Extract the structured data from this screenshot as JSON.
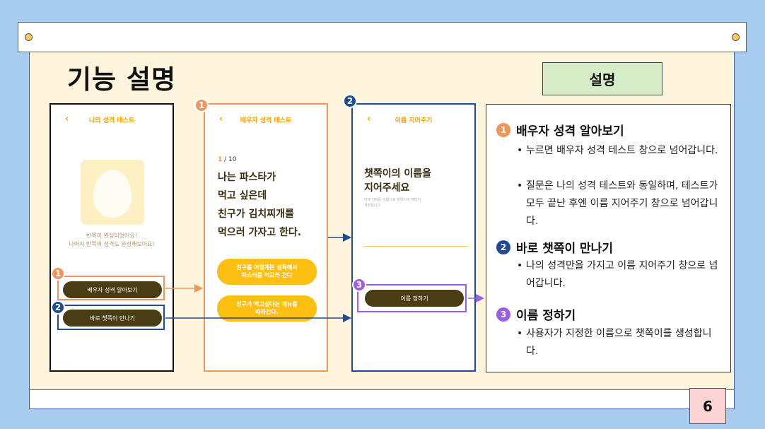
{
  "slide": {
    "title": "기능 설명",
    "desc_tag": "설명",
    "page_number": "6"
  },
  "phone1": {
    "back_icon": "‹",
    "title": "나의 성격 테스트",
    "status_line1": "반쪽이 완성되었어요!",
    "status_line2": "나머지 반쪽의 성격도 완성해보아요!",
    "btn_spouse": "배우자 성격 알아보기",
    "btn_meet": "바로 챗쪽이 만나기"
  },
  "phone2": {
    "back_icon": "‹",
    "title": "배우자 성격 테스트",
    "counter_current": "1",
    "counter_total": " / 10",
    "question": "나는 파스타가\n먹고 싶은데\n친구가 김치찌개를\n먹으러 가자고 한다.",
    "answer1": "친구를 어떻게든 설득해서\n파스타를 먹으러 간다",
    "answer2": "친구가 먹고싶다는 메뉴를\n따라간다."
  },
  "phone3": {
    "back_icon": "‹",
    "title": "이름 지어주기",
    "heading": "챗쪽이의 이름을\n지어주세요",
    "sub": "미래 언제든 이름으로 챗쪽이의 재밌이\n저장합니다",
    "btn_name": "이름 정하기"
  },
  "badges": {
    "b1": "1",
    "b2": "2",
    "b3": "3"
  },
  "description": {
    "s1_num": "1",
    "s1_title": "배우자 성격 알아보기",
    "s1_b1": "누르면 배우자 성격 테스트 창으로 넘어갑니다.",
    "s1_b2": "질문은 나의 성격 테스트와 동일하며, 테스트가 모두 끝난 후엔 이름 지어주기 창으로 넘어갑니다.",
    "s2_num": "2",
    "s2_title": "바로 챗쪽이 만나기",
    "s2_b1": "나의 성격만을 가지고 이름 지어주기 창으로 넘어갑니다.",
    "s3_num": "3",
    "s3_title": "이름 정하기",
    "s3_b1": "사용자가 지정한 이름으로 챗쪽이를 생성합니다.",
    "bullet": "•"
  },
  "colors": {
    "orange": "#f2955a",
    "navy": "#1f4a96",
    "purple": "#9b5de5",
    "yellow": "#fdbf12",
    "dark_brown": "#4a3c13"
  }
}
